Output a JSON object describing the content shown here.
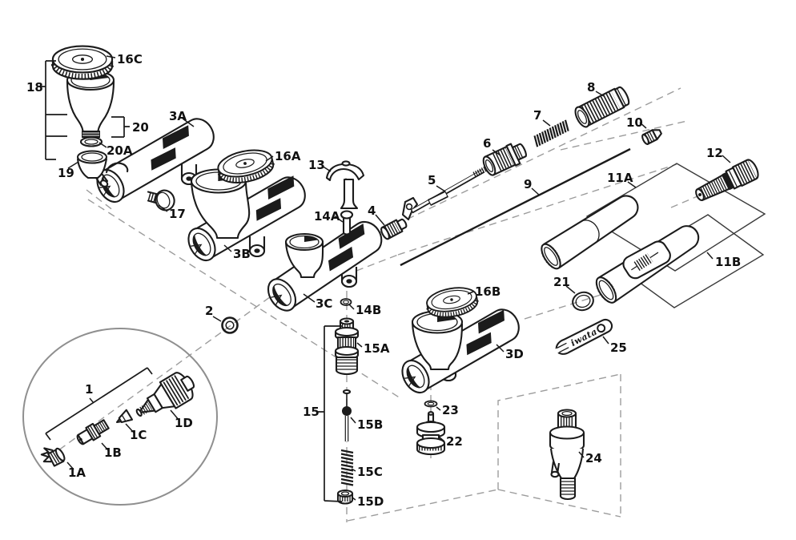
{
  "diagram": {
    "kind": "exploded parts diagram",
    "subject": "airbrush",
    "wrench_brand": "iwata"
  },
  "labels": {
    "p1": "1",
    "p1A": "1A",
    "p1B": "1B",
    "p1C": "1C",
    "p1D": "1D",
    "p2": "2",
    "p3A": "3A",
    "p3B": "3B",
    "p3C": "3C",
    "p3D": "3D",
    "p4": "4",
    "p5": "5",
    "p6": "6",
    "p7": "7",
    "p8": "8",
    "p9": "9",
    "p10": "10",
    "p11A": "11A",
    "p11B": "11B",
    "p12": "12",
    "p13": "13",
    "p14A": "14A",
    "p14B": "14B",
    "p15": "15",
    "p15A": "15A",
    "p15B": "15B",
    "p15C": "15C",
    "p15D": "15D",
    "p16A": "16A",
    "p16B": "16B",
    "p16C": "16C",
    "p17": "17",
    "p18": "18",
    "p19": "19",
    "p20": "20",
    "p20A": "20A",
    "p21": "21",
    "p22": "22",
    "p23": "23",
    "p24": "24",
    "p25": "25"
  }
}
